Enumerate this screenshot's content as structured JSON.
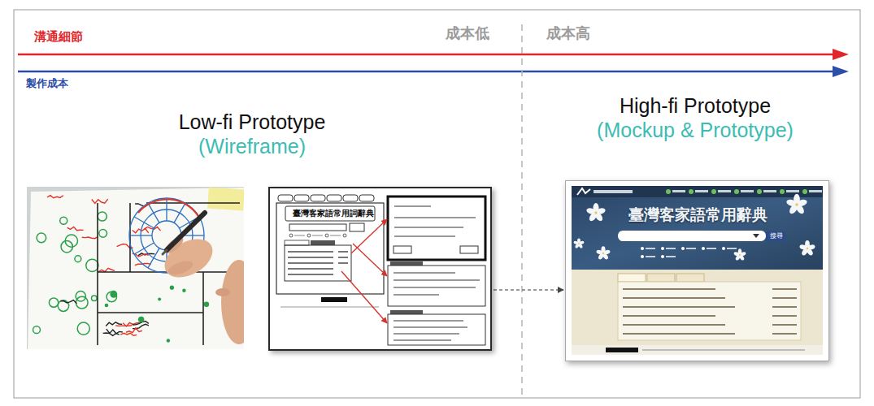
{
  "diagram": {
    "nodes": [
      {
        "text": [
          "臺灣客家語常用詞辭典"
        ]
      },
      {
        "text": [
          "臺灣客家語常用辭典",
          "搜尋"
        ]
      }
    ],
    "edges": [
      {
        "from": 0,
        "to": 1,
        "arrow": "to"
      }
    ],
    "labels": [
      "溝通細節",
      "製作成本",
      "成本低",
      "成本高",
      "Low-fi Prototype",
      "(Wireframe)",
      "High-fi Prototype",
      "(Mockup & Prototype)"
    ]
  }
}
